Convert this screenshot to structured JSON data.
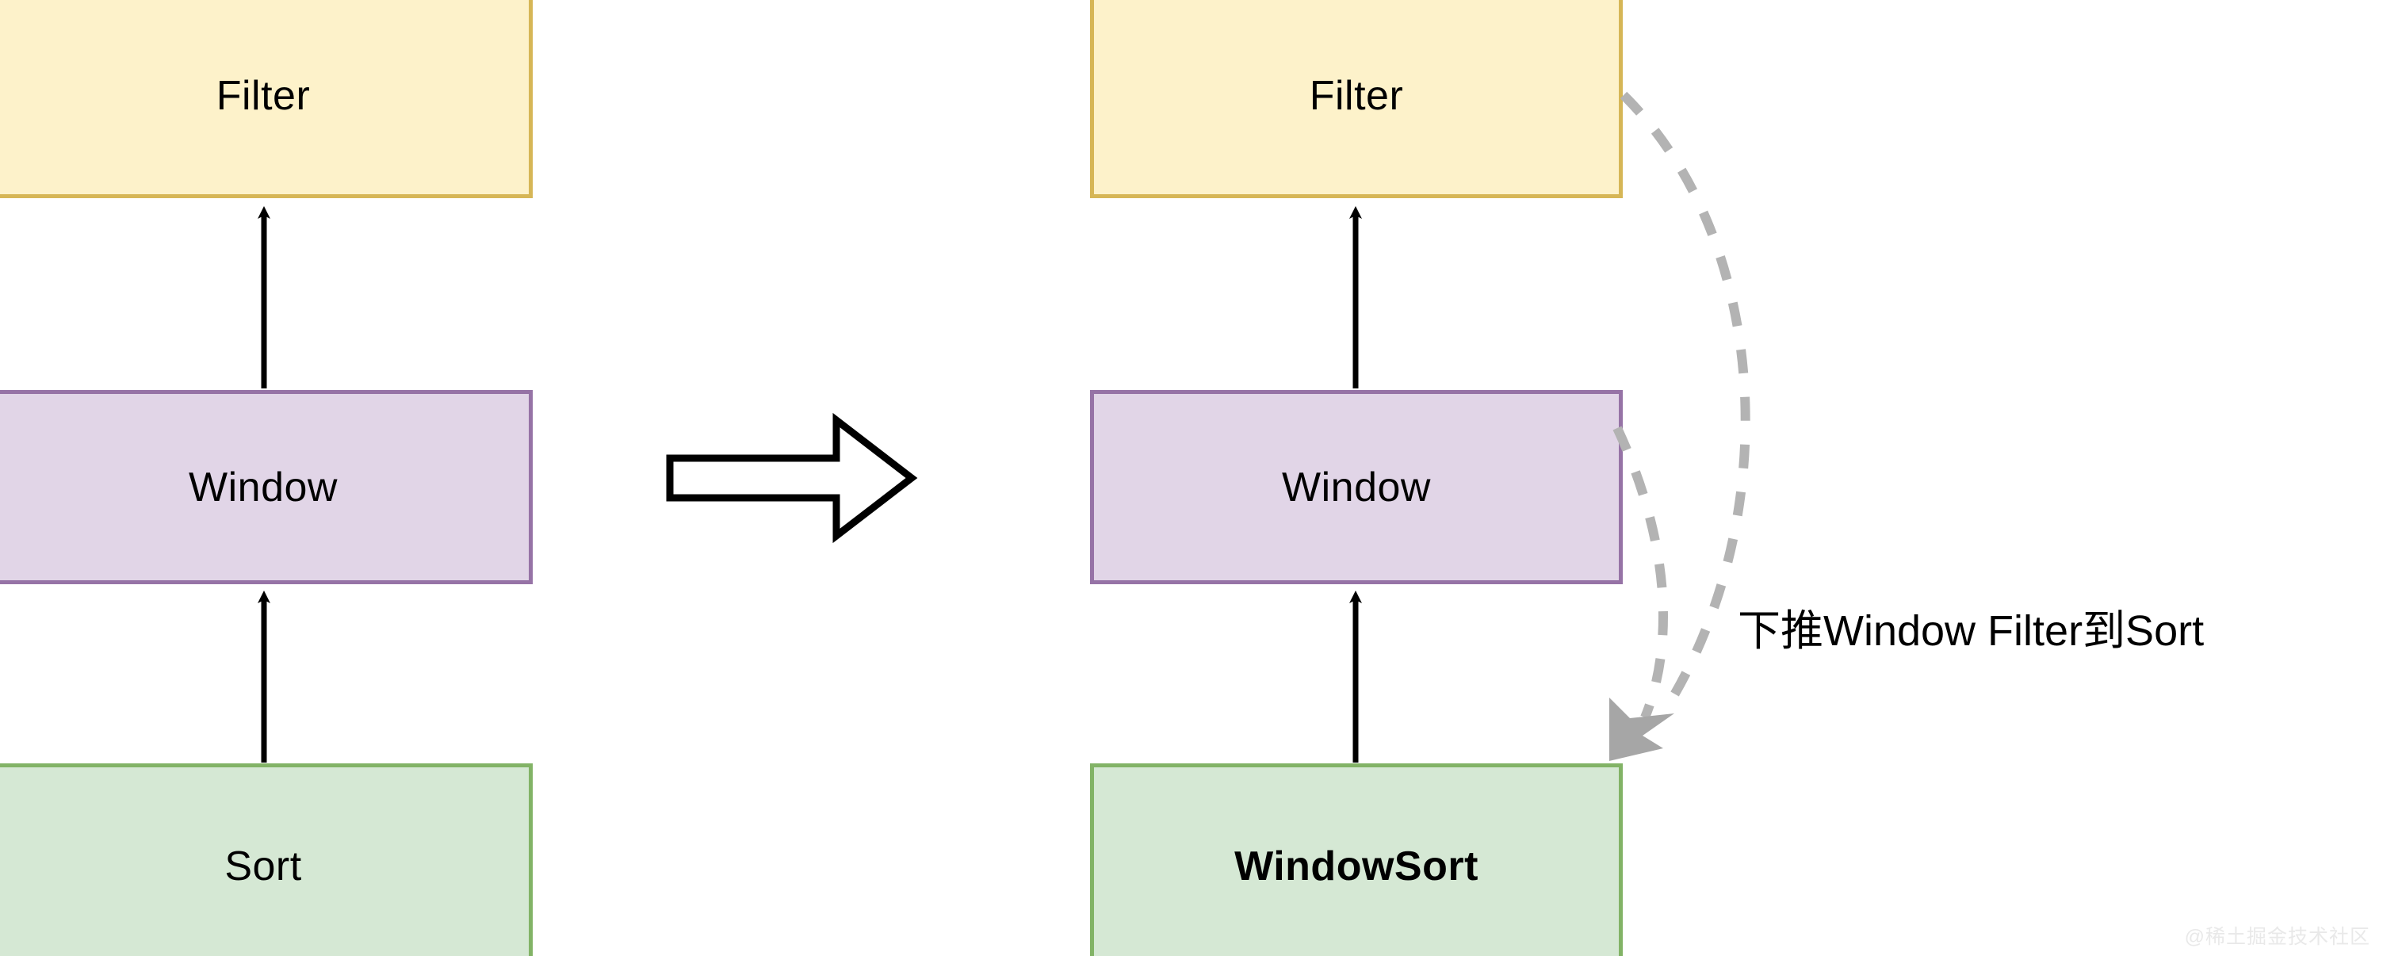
{
  "diagram": {
    "title_text": "",
    "colors": {
      "filter_fill": "#fdf2ca",
      "filter_stroke": "#d6b656",
      "window_fill": "#e1d5e7",
      "window_stroke": "#9673a6",
      "sort_fill": "#d5e8d4",
      "sort_stroke": "#82b366",
      "solid_edge": "#000000",
      "dashed_edge": "#b3b3b3",
      "background": "#ffffff",
      "watermark": "#e9e9e9"
    },
    "left_plan": {
      "name": "before-plan",
      "nodes": [
        {
          "id": "left-filter",
          "label": "Filter",
          "type": "filter",
          "bold": false
        },
        {
          "id": "left-window",
          "label": "Window",
          "type": "window",
          "bold": false
        },
        {
          "id": "left-sort",
          "label": "Sort",
          "type": "sort",
          "bold": false
        }
      ],
      "edges": [
        {
          "from": "left-sort",
          "to": "left-window",
          "style": "solid"
        },
        {
          "from": "left-window",
          "to": "left-filter",
          "style": "solid"
        }
      ]
    },
    "transform_arrow": {
      "name": "transform-arrow",
      "direction": "right",
      "style": "outline"
    },
    "right_plan": {
      "name": "after-plan",
      "nodes": [
        {
          "id": "right-filter",
          "label": "Filter",
          "type": "filter",
          "bold": false
        },
        {
          "id": "right-window",
          "label": "Window",
          "type": "window",
          "bold": false
        },
        {
          "id": "right-windowsort",
          "label": "WindowSort",
          "type": "sort",
          "bold": true
        }
      ],
      "edges": [
        {
          "from": "right-windowsort",
          "to": "right-window",
          "style": "solid"
        },
        {
          "from": "right-window",
          "to": "right-filter",
          "style": "solid"
        },
        {
          "from": "right-filter",
          "to": "right-windowsort",
          "style": "dashed"
        },
        {
          "from": "right-window",
          "to": "right-windowsort",
          "style": "dashed"
        }
      ]
    },
    "annotation": {
      "pushdown_label": "下推Window Filter到Sort"
    },
    "watermark": {
      "text": "@稀土掘金技术社区"
    }
  }
}
